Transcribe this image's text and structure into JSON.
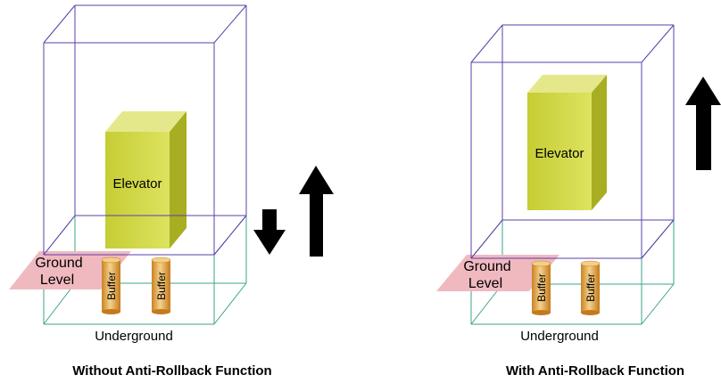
{
  "colors": {
    "shaft_lines": "#5b3fa8",
    "pit_lines": "#3aa58a",
    "elevator_front": "#cdd43f",
    "elevator_side": "#a8ae22",
    "elevator_top": "#e4e88a",
    "ground": "#f0b9c0",
    "buffer": "#e2a24c",
    "arrow": "#000000"
  },
  "left": {
    "elevator_label": "Elevator",
    "ground_label_line1": "Ground",
    "ground_label_line2": "Level",
    "buffer_label": "Buffer",
    "underground_label": "Underground",
    "caption": "Without Anti-Rollback Function"
  },
  "right": {
    "elevator_label": "Elevator",
    "ground_label_line1": "Ground",
    "ground_label_line2": "Level",
    "buffer_label": "Buffer",
    "underground_label": "Underground",
    "caption": "With Anti-Rollback Function"
  }
}
